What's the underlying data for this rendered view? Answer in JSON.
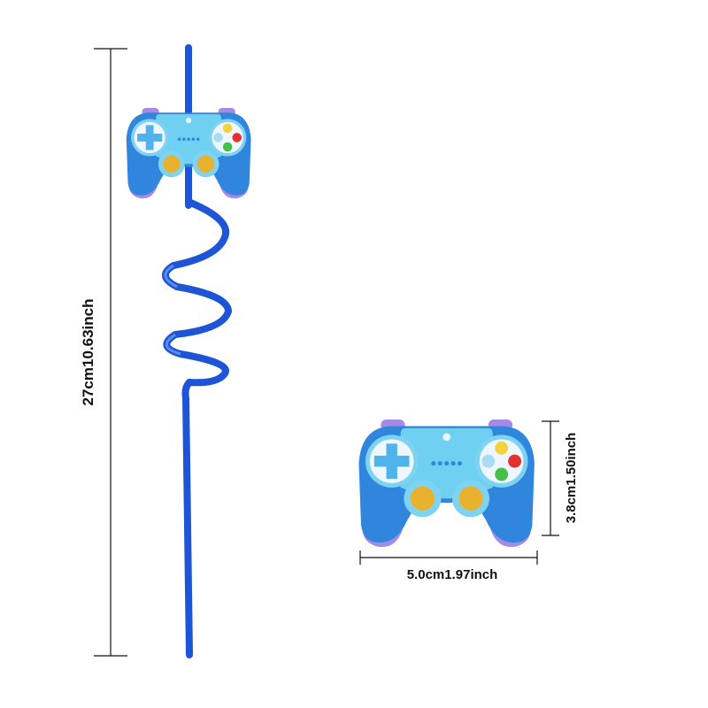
{
  "measurements": {
    "straw_length": "27cm10.63inch",
    "charm_width": "5.0cm1.97inch",
    "charm_height": "3.8cm1.50inch"
  },
  "colors": {
    "straw": "#1d55d6",
    "controller_body": "#2f86dc",
    "controller_light": "#6fd0f2",
    "grip_purple": "#a58ae6",
    "dpad_white": "#eef6ff",
    "thumbstick_yellow": "#e9b22e",
    "button_yellow": "#f4d23c",
    "button_red": "#e2312f",
    "button_green": "#46c04a",
    "button_cyan": "#7fd6f0",
    "dimension_line": "#111111"
  },
  "icons": [
    "game-controller-icon",
    "dpad-icon",
    "thumbstick-icon",
    "face-buttons-icon"
  ]
}
